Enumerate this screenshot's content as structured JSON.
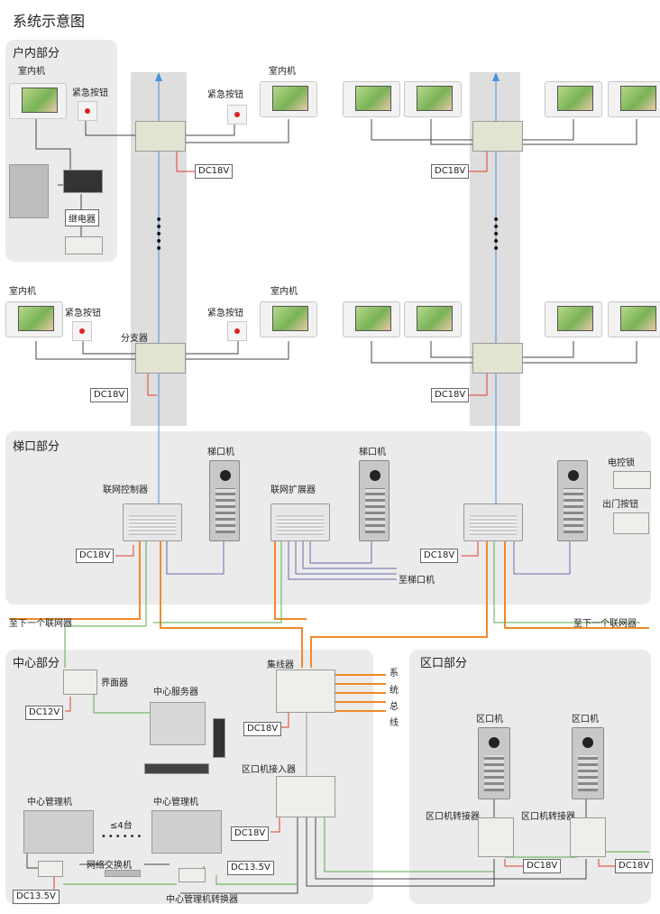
{
  "page": {
    "title": "系统示意图"
  },
  "sections": {
    "indoor": "户内部分",
    "stair": "梯口部分",
    "center": "中心部分",
    "zone": "区口部分"
  },
  "labels": {
    "indoor_monitor": "室内机",
    "emergency_button": "紧急按钮",
    "relay": "继电器",
    "splitter": "分支器",
    "dc18v": "DC18V",
    "dc12v": "DC12V",
    "dc135v": "DC13.5V",
    "stair_unit": "梯口机",
    "net_controller": "联网控制器",
    "net_extender": "联网扩展器",
    "to_stair_unit": "至梯口机",
    "electric_lock": "电控锁",
    "exit_button": "出门按钮",
    "to_next_networker": "至下一个联网器",
    "interface": "界面器",
    "center_server": "中心服务器",
    "hub": "集线器",
    "system_bus": [
      "系",
      "统",
      "总",
      "线"
    ],
    "zone_access": "区口机接入器",
    "center_manager": "中心管理机",
    "max_four": "≤4台",
    "switch": "网络交换机",
    "manager_converter": "中心管理机转换器",
    "zone_unit": "区口机",
    "zone_converter": "区口机转接器"
  },
  "colors": {
    "power": "#e53b2b",
    "bus": "#f08a2a",
    "net": "#5aa84a",
    "stair": "#6a6aa8",
    "arrow": "#4a90d9"
  }
}
